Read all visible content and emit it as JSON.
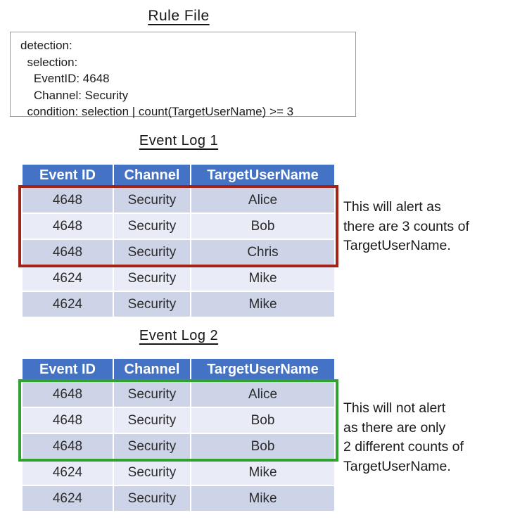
{
  "colors": {
    "table_header_bg": "#4472c4",
    "row_band_dark": "#cdd4e8",
    "row_band_light": "#e9ebf6",
    "alert_box_red": "#a32318",
    "no_alert_box_green": "#31a230",
    "rule_box_border": "#9a9a9a"
  },
  "rule_file": {
    "title": "Rule File",
    "code": "detection:\n  selection:\n    EventID: 4648\n    Channel: Security\n  condition: selection | count(TargetUserName) >= 3"
  },
  "log1": {
    "title": "Event Log 1",
    "headers": [
      "Event ID",
      "Channel",
      "TargetUserName"
    ],
    "rows": [
      [
        "4648",
        "Security",
        "Alice"
      ],
      [
        "4648",
        "Security",
        "Bob"
      ],
      [
        "4648",
        "Security",
        "Chris"
      ],
      [
        "4624",
        "Security",
        "Mike"
      ],
      [
        "4624",
        "Security",
        "Mike"
      ]
    ],
    "highlighted_rows": "rows 1-3 outlined in red",
    "note": "This will alert as\nthere are 3 counts of\nTargetUserName."
  },
  "log2": {
    "title": "Event Log 2",
    "headers": [
      "Event ID",
      "Channel",
      "TargetUserName"
    ],
    "rows": [
      [
        "4648",
        "Security",
        "Alice"
      ],
      [
        "4648",
        "Security",
        "Bob"
      ],
      [
        "4648",
        "Security",
        "Bob"
      ],
      [
        "4624",
        "Security",
        "Mike"
      ],
      [
        "4624",
        "Security",
        "Mike"
      ]
    ],
    "highlighted_rows": "rows 1-3 outlined in green",
    "note": "This will not alert\nas there are only\n2 different counts of\nTargetUserName."
  }
}
